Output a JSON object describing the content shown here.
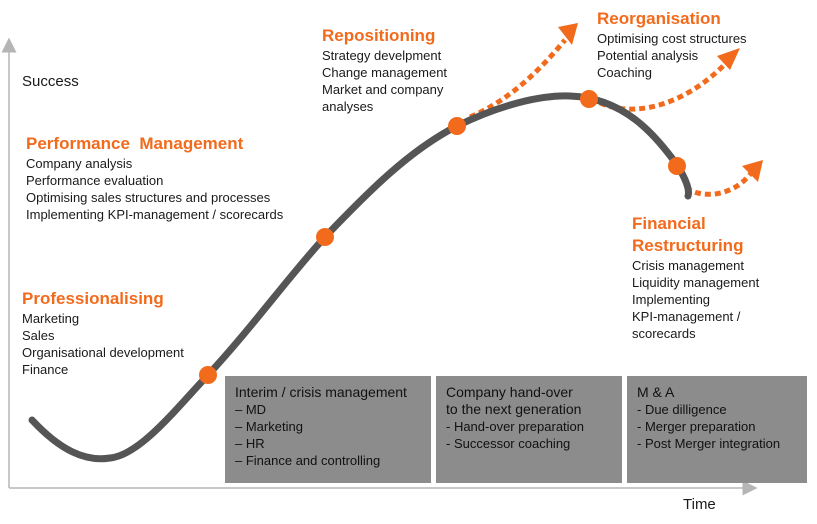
{
  "axes": {
    "y_label": "Success",
    "x_label": "Time"
  },
  "colors": {
    "accent": "#f26b1d",
    "curve": "#555555",
    "box": "#8c8c8c"
  },
  "phases": [
    {
      "title": "Professionalising",
      "items": [
        "Marketing",
        "Sales",
        "Organisational development",
        "Finance"
      ]
    },
    {
      "title": "Performance  Management",
      "items": [
        "Company analysis",
        "Performance evaluation",
        "Optimising sales structures and processes",
        "Implementing KPI-management / scorecards"
      ]
    },
    {
      "title": "Repositioning",
      "items": [
        "Strategy develpment",
        "Change management",
        "Market and company",
        "analyses"
      ]
    },
    {
      "title": "Reorganisation",
      "items": [
        "Optimising cost structures",
        "Potential analysis",
        "Coaching"
      ]
    },
    {
      "title_lines": [
        "Financial",
        "Restructuring"
      ],
      "items": [
        "Crisis management",
        "Liquidity management",
        "Implementing",
        "KPI-management /",
        "scorecards"
      ]
    }
  ],
  "boxes": [
    {
      "title_lines": [
        "Interim / crisis management"
      ],
      "items": [
        "–  MD",
        "–  Marketing",
        "–  HR",
        "–  Finance and controlling"
      ]
    },
    {
      "title_lines": [
        "Company hand-over",
        "to the next generation"
      ],
      "items": [
        "- Hand-over preparation",
        "- Successor coaching"
      ]
    },
    {
      "title_lines": [
        "M & A"
      ],
      "items": [
        "- Due dilligence",
        "- Merger preparation",
        "- Post Merger integration"
      ]
    }
  ]
}
